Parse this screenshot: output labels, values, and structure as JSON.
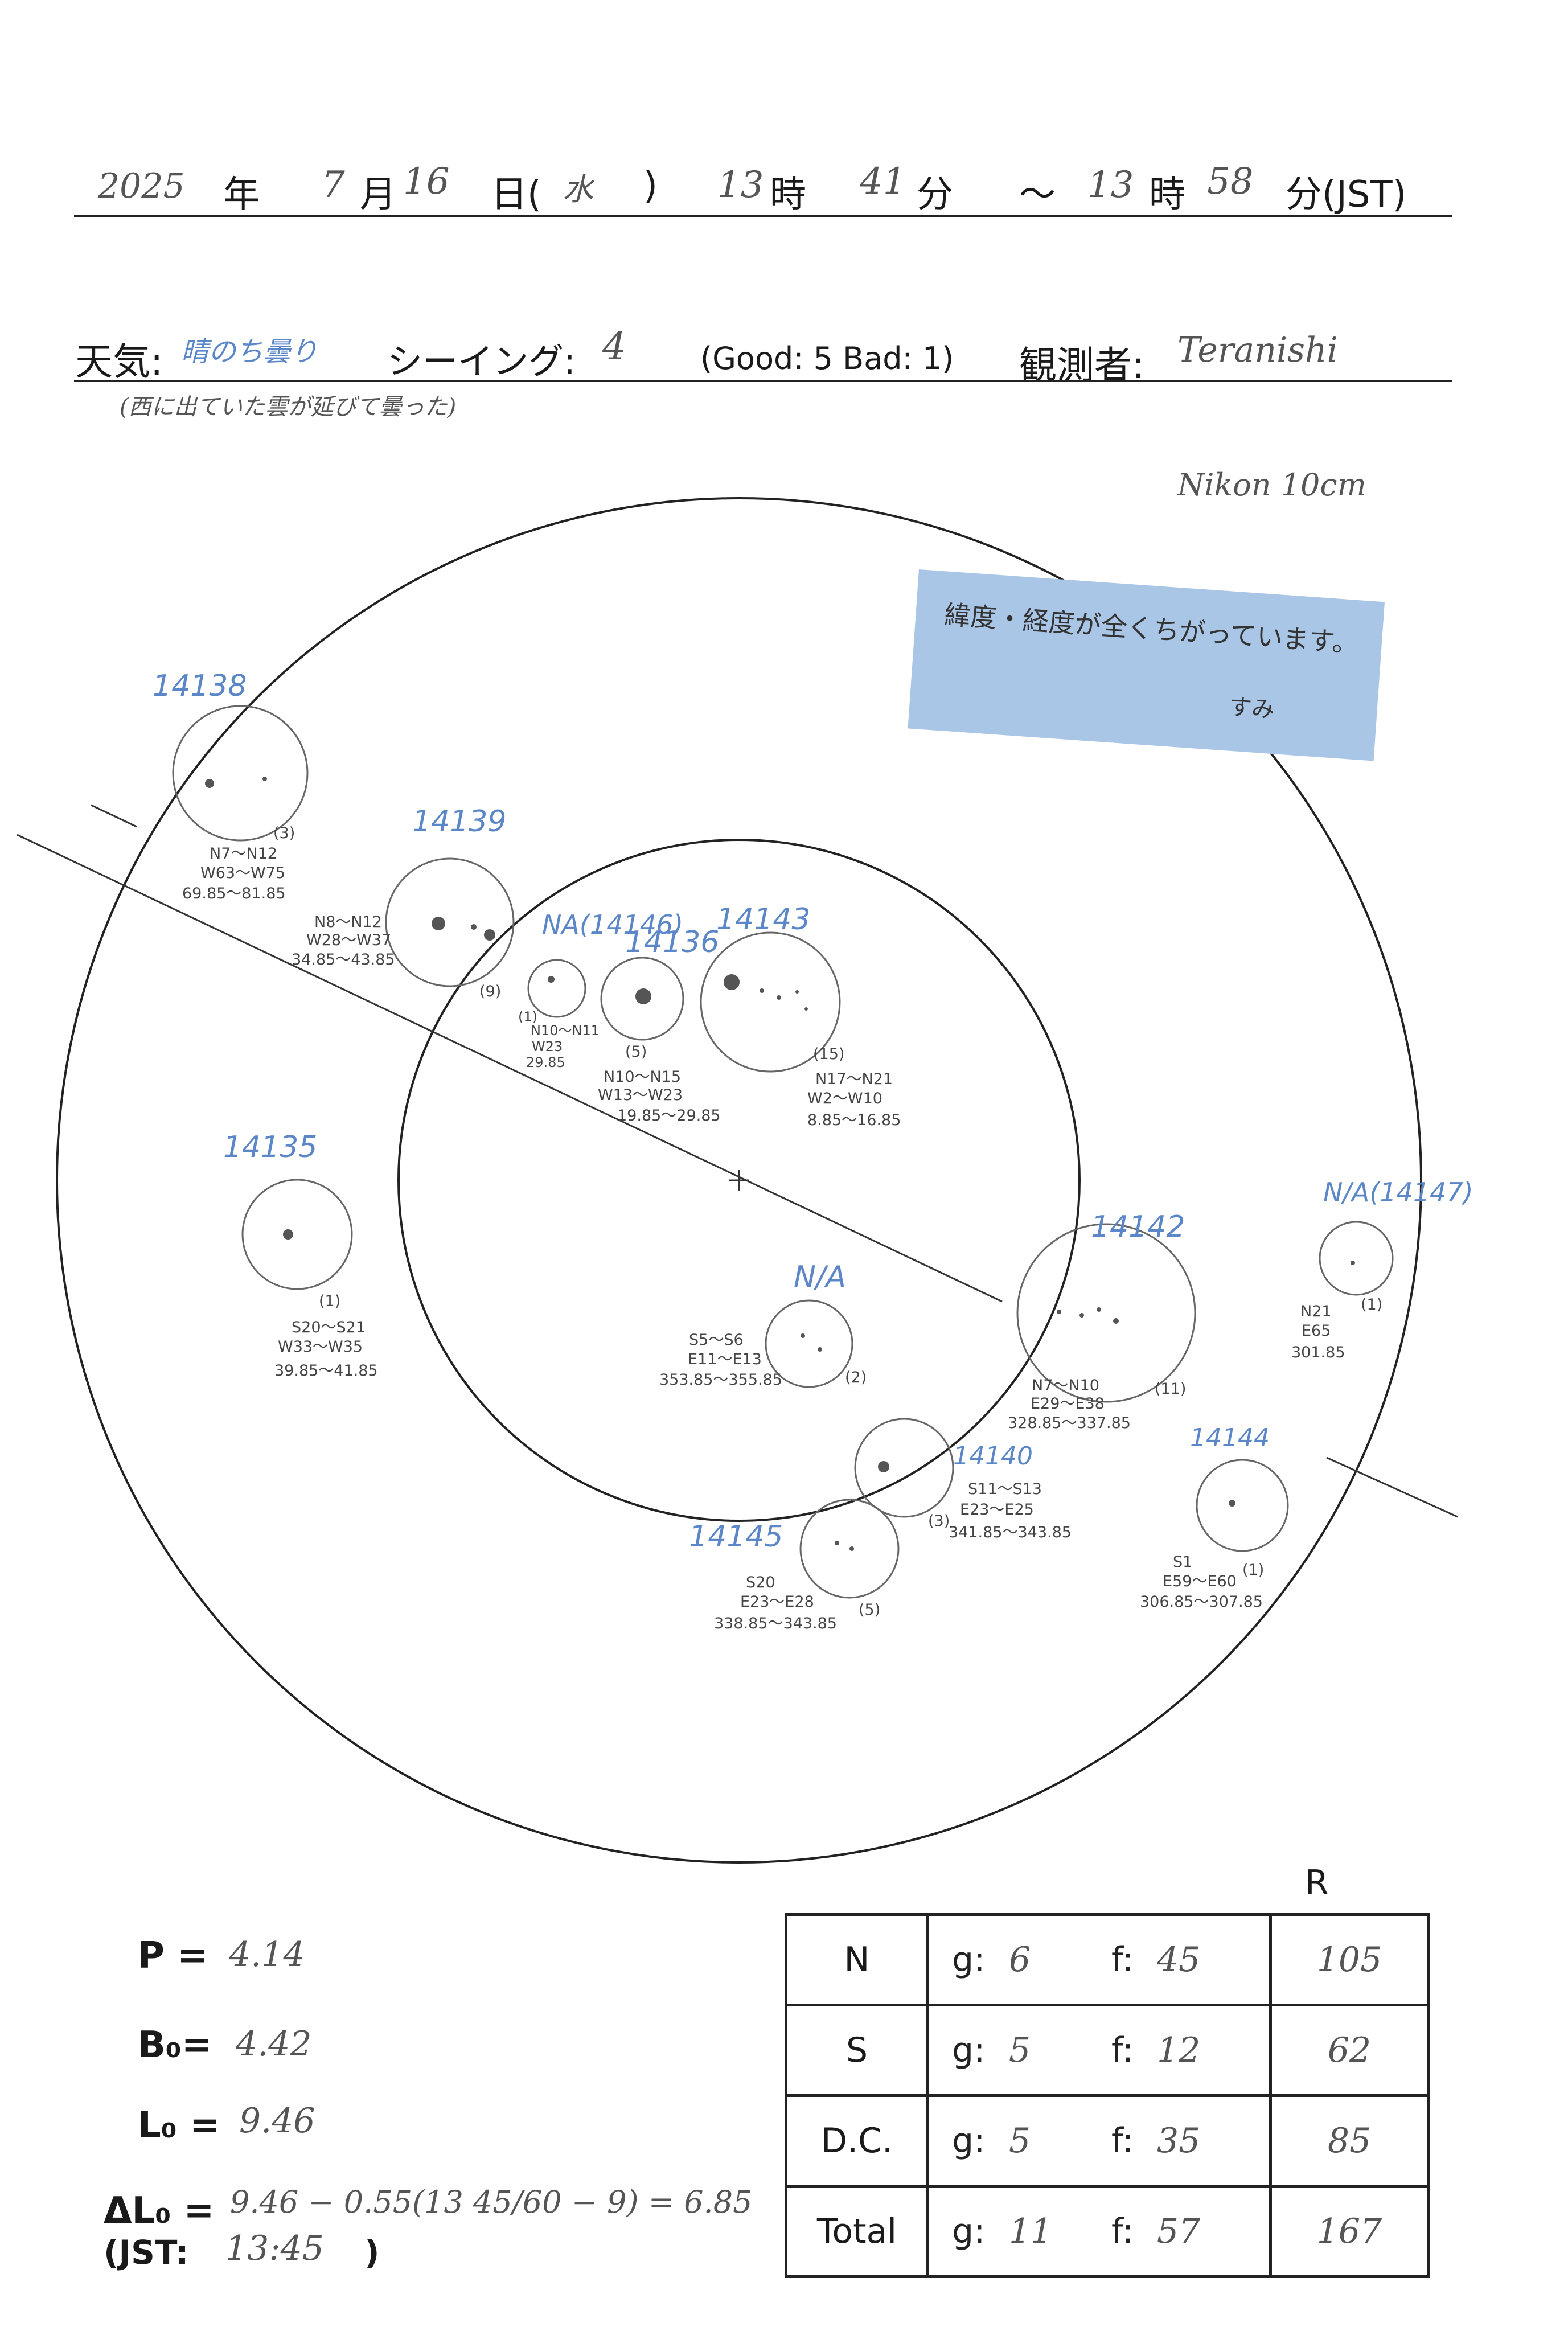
{
  "header": {
    "year": "2025",
    "year_unit": "年",
    "month": "7",
    "month_unit": "月",
    "day": "16",
    "day_unit": "日(",
    "weekday": "水",
    "weekday_close": ")",
    "start_hour": "13",
    "hour_unit": "時",
    "start_min": "41",
    "min_unit": "分",
    "tilde": "～",
    "end_hour": "13",
    "end_hour_unit": "時",
    "end_min": "58",
    "end_min_unit": "分(JST)"
  },
  "conditions": {
    "weather_label": "天気:",
    "weather_value": "晴のち曇り",
    "weather_note": "(西に出ていた雲が延びて曇った)",
    "seeing_label": "シーイング:",
    "seeing_value": "4",
    "scale": "(Good: 5  Bad: 1)",
    "observer_label": "観測者:",
    "observer_value": "Teranishi"
  },
  "equipment": "Nikon 10cm",
  "sticky_note": {
    "text": "緯度・経度が全くちがっています。",
    "signature": "すみ"
  },
  "groups": [
    {
      "id": "14138",
      "count": "(3)",
      "lat": "N7～N12",
      "lon": "W63～W75",
      "carr": "69.85～81.85"
    },
    {
      "id": "14139",
      "count": "(9)",
      "lat": "N8～N12",
      "lon": "W28～W37",
      "carr": "34.85～43.85"
    },
    {
      "id": "NA(14146)",
      "count": "(1)",
      "lat": "N10～N11",
      "lon": "W23",
      "carr": "29.85"
    },
    {
      "id": "14136",
      "count": "(5)",
      "lat": "N10～N15",
      "lon": "W13～W23",
      "carr": "19.85～29.85"
    },
    {
      "id": "14143",
      "count": "(15)",
      "lat": "N17～N21",
      "lon": "W2～W10",
      "carr": "8.85～16.85"
    },
    {
      "id": "14135",
      "count": "(1)",
      "lat": "S20～S21",
      "lon": "W33～W35",
      "carr": "39.85～41.85"
    },
    {
      "id": "N/A",
      "count": "(2)",
      "lat": "S5～S6",
      "lon": "E11～E13",
      "carr": "353.85～355.85"
    },
    {
      "id": "14142",
      "count": "(11)",
      "lat": "N7～N10",
      "lon": "E29～E38",
      "carr": "328.85～337.85"
    },
    {
      "id": "N/A(14147)",
      "count": "(1)",
      "lat": "N21",
      "lon": "E65",
      "carr": "301.85"
    },
    {
      "id": "14140",
      "count": "(3)",
      "lat": "S11～S13",
      "lon": "E23～E25",
      "carr": "341.85～343.85"
    },
    {
      "id": "14144",
      "count": "(1)",
      "lat": "S1",
      "lon": "E59～E60",
      "carr": "306.85～307.85"
    },
    {
      "id": "14145",
      "count": "(5)",
      "lat": "S20",
      "lon": "E23～E28",
      "carr": "338.85～343.85"
    }
  ],
  "params": {
    "p_label": "P =",
    "p_value": "4.14",
    "b_label": "B₀=",
    "b_value": "4.42",
    "l_label": "L₀ =",
    "l_value": "9.46",
    "dl_label": "ΔL₀ =",
    "dl_value": "9.46 − 0.55(13 45/60 − 9) = 6.85",
    "jst_label": "(JST:",
    "jst_value": "13:45",
    "jst_close": ")"
  },
  "summary": {
    "r_header": "R",
    "g_prefix": "g:",
    "f_prefix": "f:",
    "rows": [
      {
        "label": "N",
        "g": "6",
        "f": "45",
        "r": "105"
      },
      {
        "label": "S",
        "g": "5",
        "f": "12",
        "r": "62"
      },
      {
        "label": "D.C.",
        "g": "5",
        "f": "35",
        "r": "85"
      },
      {
        "label": "Total",
        "g": "11",
        "f": "57",
        "r": "167"
      }
    ]
  }
}
